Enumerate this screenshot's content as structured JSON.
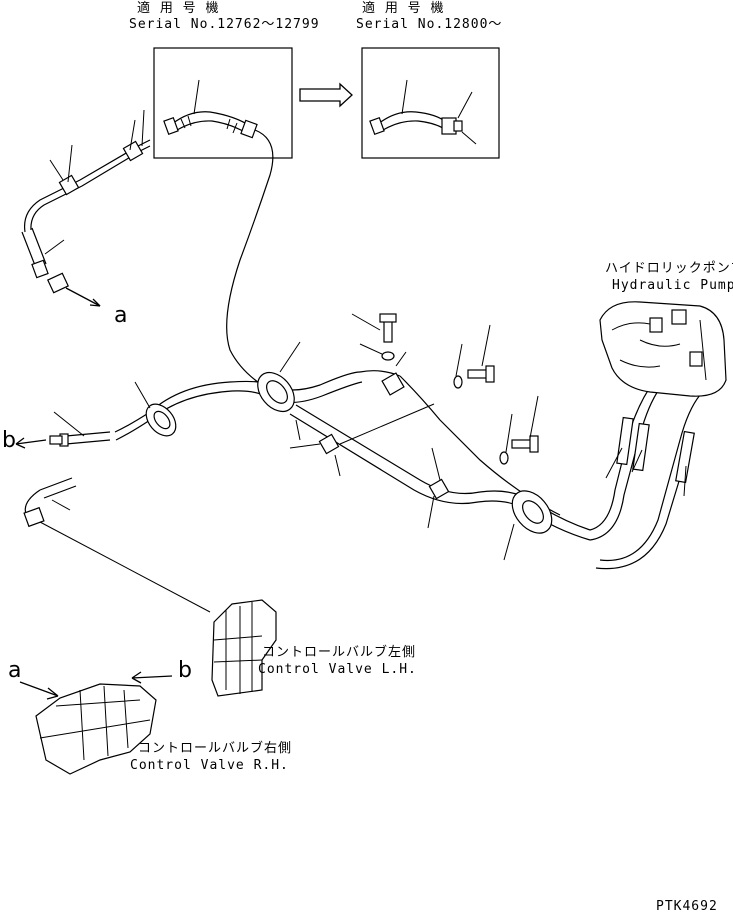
{
  "header_left": {
    "applicable_models": "適 用 号 機",
    "serial": "Serial No.12762〜12799"
  },
  "header_right": {
    "applicable_models": "適 用 号 機",
    "serial": "Serial No.12800〜"
  },
  "pump": {
    "label_jp": "ハイドロリックポンプ",
    "label_en": "Hydraulic Pump"
  },
  "valve_lh": {
    "label_jp": "コントロールバルブ左側",
    "label_en": "Control Valve L.H."
  },
  "valve_rh": {
    "label_jp": "コントロールバルブ右側",
    "label_en": "Control Valve R.H."
  },
  "markers": {
    "a": "a",
    "b": "b"
  },
  "drawing_code": "PTK4692"
}
